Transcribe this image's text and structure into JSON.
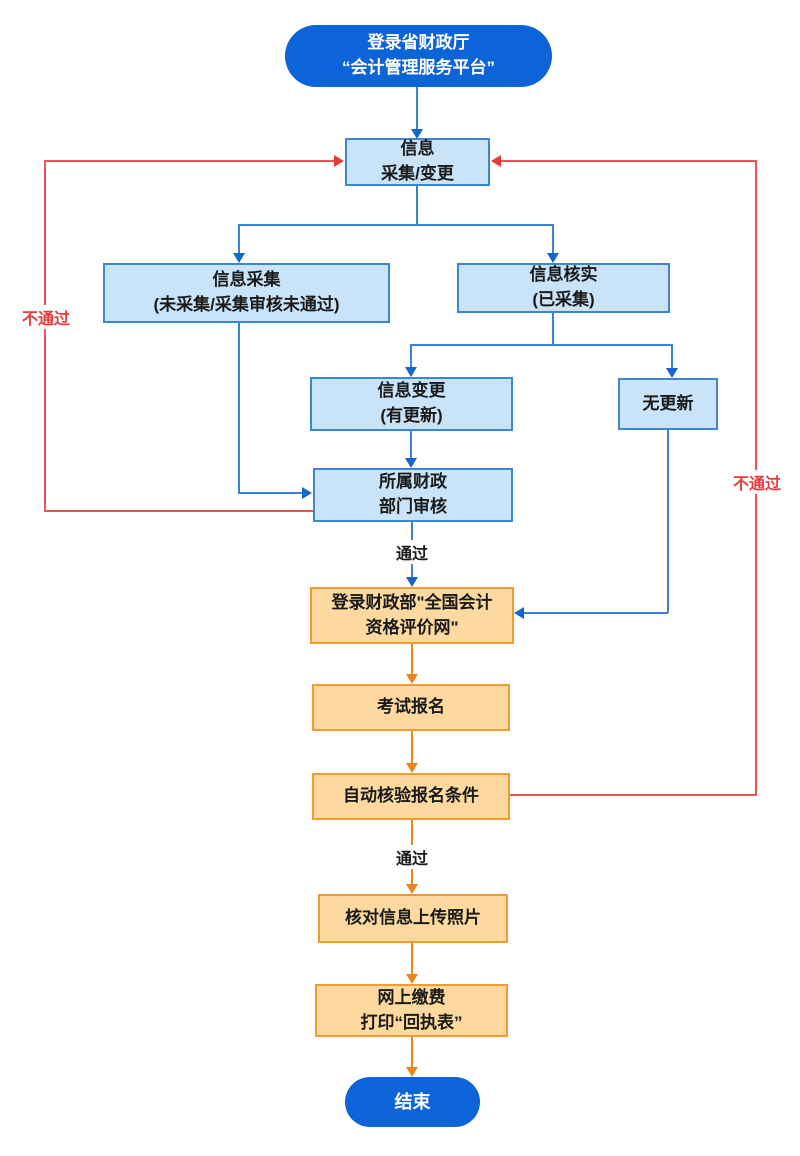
{
  "flowchart": {
    "nodes": {
      "start": "登录省财政厅\n“会计管理服务平台”",
      "info_collect_change": "信息\n采集/变更",
      "info_collection": "信息采集\n(未采集/采集审核未通过)",
      "info_verification": "信息核实\n(已采集)",
      "info_update": "信息变更\n(有更新)",
      "no_update": "无更新",
      "finance_review": "所属财政\n部门审核",
      "login_mof": "登录财政部\"全国会计\n资格评价网\"",
      "exam_registration": "考试报名",
      "auto_verify": "自动核验报名条件",
      "check_upload_photo": "核对信息上传照片",
      "pay_print": "网上缴费\n打印“回执表”",
      "end": "结束"
    },
    "edge_labels": {
      "pass_review": "通过",
      "pass_verify": "通过",
      "fail_left": "不通过",
      "fail_right": "不通过"
    },
    "colors": {
      "primary_blue": "#0d63d8",
      "light_blue_fill": "#c9e3f9",
      "blue_border": "#3f86d2",
      "blue_line": "#3a82d8",
      "orange_fill": "#fdd9a0",
      "orange_border": "#f29b35",
      "orange_line": "#f08418",
      "red_line": "#ea5455",
      "red_label": "#e93b3b"
    }
  }
}
